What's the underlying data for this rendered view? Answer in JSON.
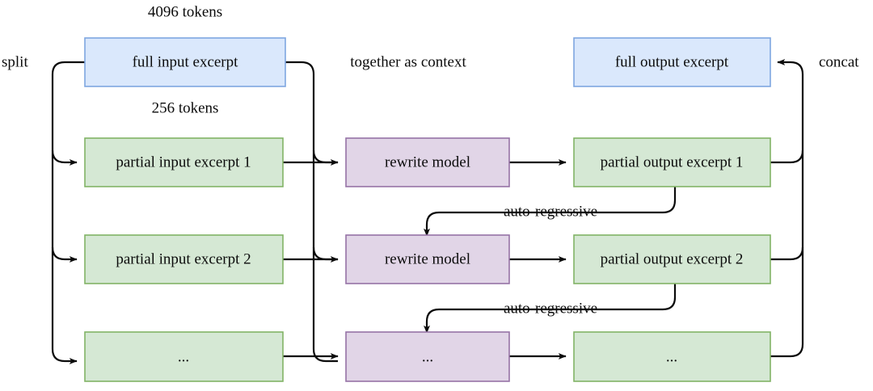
{
  "diagram": {
    "title": "auto-regressive rewrite pipeline",
    "colors": {
      "blue_fill": "#dae8fc",
      "blue_stroke": "#7ea6e0",
      "green_fill": "#d5e8d4",
      "green_stroke": "#82b366",
      "purple_fill": "#e1d5e7",
      "purple_stroke": "#9673a6",
      "line": "#0b0b0b",
      "background": "#ffffff"
    },
    "nodes": {
      "full_input": "full input excerpt",
      "full_output": "full output excerpt",
      "partial_input_1": "partial input excerpt 1",
      "partial_input_2": "partial input excerpt 2",
      "partial_input_more": "...",
      "rewrite_model_1": "rewrite model",
      "rewrite_model_2": "rewrite model",
      "rewrite_model_more": "...",
      "partial_output_1": "partial output excerpt 1",
      "partial_output_2": "partial output excerpt 2",
      "partial_output_more": "..."
    },
    "annotations": {
      "tokens_full": "4096 tokens",
      "tokens_partial": "256 tokens",
      "split": "split",
      "concat": "concat",
      "context": "together as context",
      "auto_regressive_1": "auto-regressive",
      "auto_regressive_2": "auto-regressive"
    }
  }
}
